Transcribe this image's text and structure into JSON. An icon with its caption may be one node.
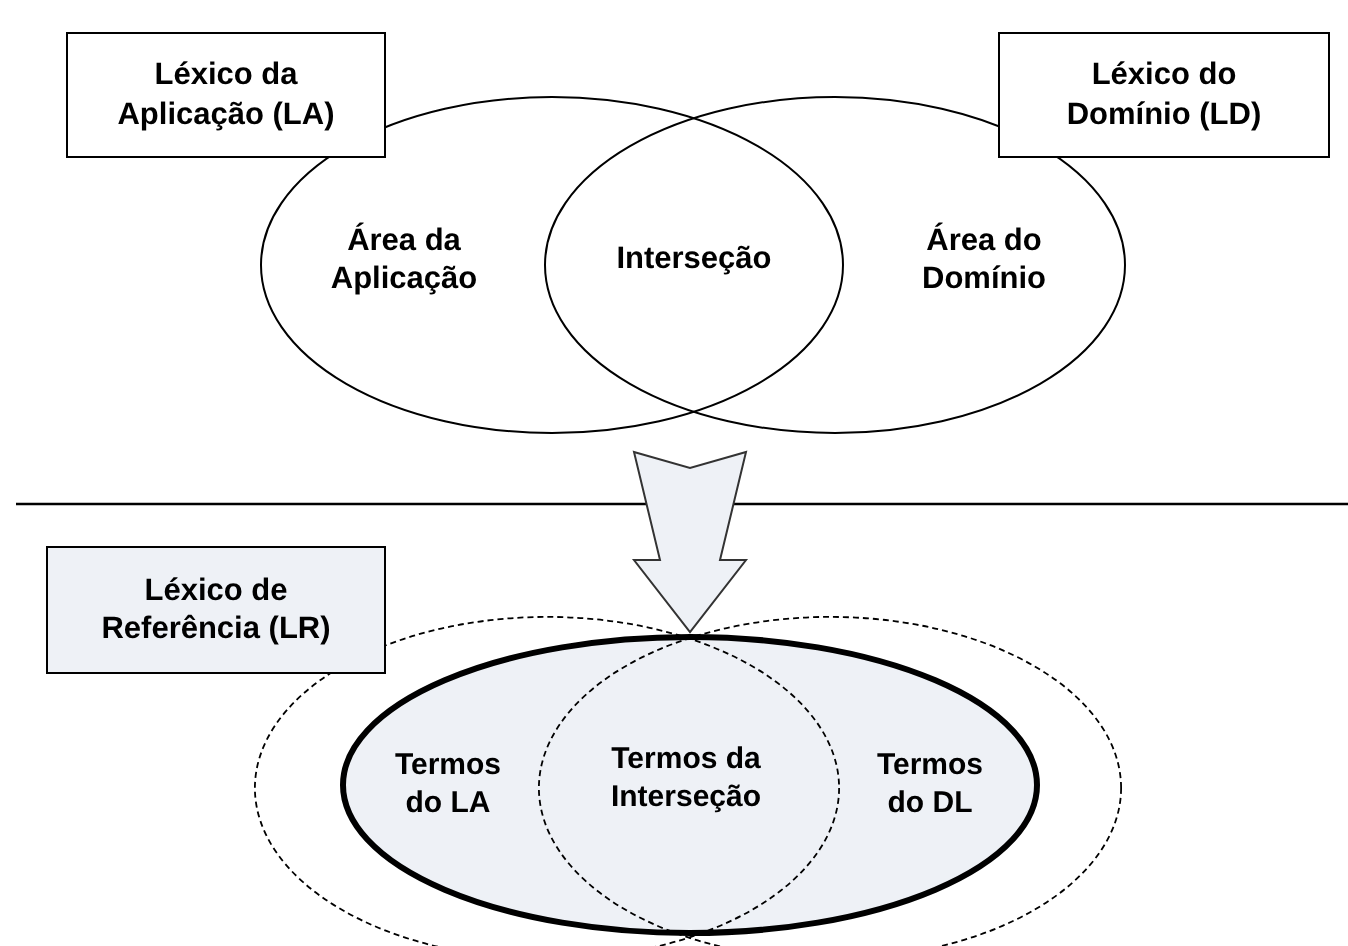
{
  "diagram": {
    "nodes": [
      {
        "text": [
          "Léxico da Aplicação (LA)"
        ]
      },
      {
        "text": [
          "Léxico do Domínio (LD)"
        ]
      },
      {
        "text": [
          "Área da Aplicação"
        ]
      },
      {
        "text": [
          "Interseção"
        ]
      },
      {
        "text": [
          "Área do Domínio"
        ]
      },
      {
        "text": [
          "Léxico de Referência (LR)"
        ]
      },
      {
        "text": [],
        "shape": "ellipse"
      },
      {
        "text": [],
        "shape": "ellipse"
      },
      {
        "text": [],
        "shape": "ellipse"
      },
      {
        "text": [
          "Termos do LA"
        ]
      },
      {
        "text": [
          "Termos da Interseção"
        ]
      },
      {
        "text": [
          "Termos do DL"
        ]
      }
    ],
    "edges": [
      {
        "from": null,
        "to": 6,
        "arrow": "to"
      }
    ]
  }
}
